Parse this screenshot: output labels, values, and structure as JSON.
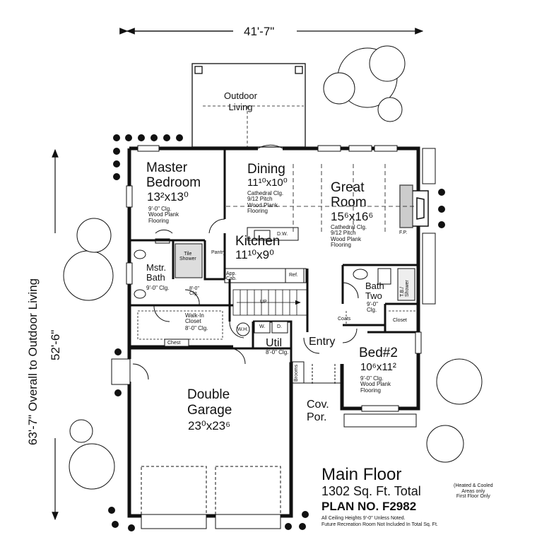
{
  "dimensions": {
    "overall_width": "41'-7\"",
    "overall_depth": "63'-7\" Overall to Outdoor Living",
    "depth": "52'-6\""
  },
  "rooms": {
    "outdoor_living": {
      "name": "Outdoor\nLiving"
    },
    "master_bedroom": {
      "name": "Master\nBedroom",
      "size": "13²x13⁰",
      "notes": "9'-0\" Clg.\nWood Plank\nFlooring"
    },
    "dining": {
      "name": "Dining",
      "size": "11¹⁰x10⁰",
      "notes": "Cathedral Clg.\n9/12 Pitch\nWood Plank\nFlooring"
    },
    "great_room": {
      "name": "Great\nRoom",
      "size": "15⁶x16⁶",
      "notes": "Cathedral Clg.\n9/12 Pitch\nWood Plank\nFlooring"
    },
    "kitchen": {
      "name": "Kitchen",
      "size": "11¹⁰x9⁰"
    },
    "master_bath": {
      "name": "Mstr.\nBath",
      "notes": "9'-0\" Clg."
    },
    "walk_in_closet": {
      "name": "Walk-In\nCloset",
      "notes": "8'-0\" Clg."
    },
    "bath_two": {
      "name": "Bath\nTwo",
      "notes": "9'-0\"\nClg."
    },
    "bed2": {
      "name": "Bed#2",
      "size": "10⁶x11²",
      "notes": "9'-0\" Clg.\nWood Plank\nFlooring"
    },
    "util": {
      "name": "Util",
      "notes": "8'-0\" Clg."
    },
    "entry": {
      "name": "Entry"
    },
    "double_garage": {
      "name": "Double\nGarage",
      "size": "23⁰x23⁶"
    },
    "cov_por": {
      "name": "Cov.\nPor."
    }
  },
  "fixtures": {
    "tile_shower": "Tile\nShower",
    "pantry": "Pantry",
    "app_cab": "App.\nCab.",
    "ref": "Ref.",
    "dw": "D.W.",
    "fp": "F.P.",
    "up": "UP",
    "coats": "Coats",
    "closet": "Closet",
    "chest": "Chest",
    "brooms": "Brooms",
    "wh": "W.H.",
    "washer": "W.",
    "dryer": "D.",
    "tub_shower": "T.B./\nShower",
    "clg_8": "8'-0\"\nClg."
  },
  "title_block": {
    "title": "Main Floor",
    "sqft": "1302 Sq. Ft. Total",
    "heated_note": "(Heated & Cooled\nAreas only\nFirst Floor Only",
    "plan_no": "PLAN NO. F2982",
    "note1": "All Ceiling Heights 9'-0\" Unless Noted.",
    "note2": "Future Recreation Room Not Included In Total Sq. Ft."
  }
}
